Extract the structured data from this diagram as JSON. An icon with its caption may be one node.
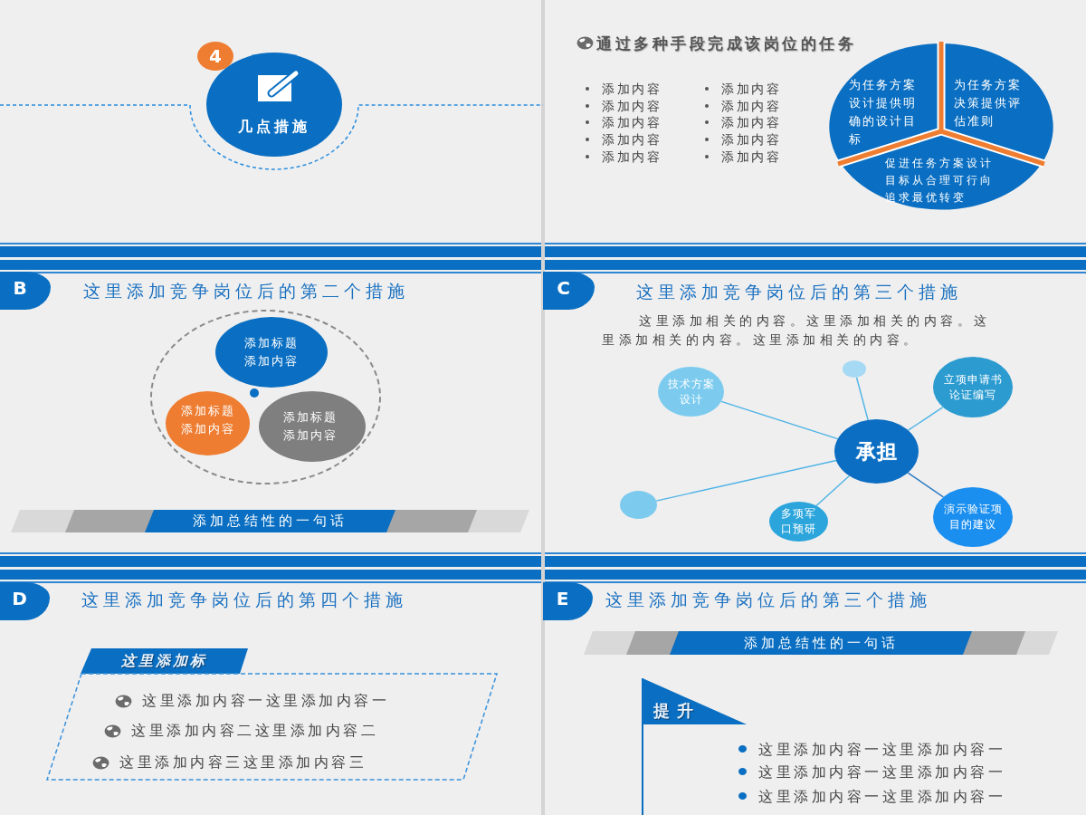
{
  "diagram": {
    "nodes": [
      {
        "text": [
          "4"
        ]
      },
      {
        "text": [
          "几点措施"
        ]
      },
      {
        "text": [
          "为任务方案设计提供明确的设计目标"
        ]
      },
      {
        "text": [
          "为任务方案决策提供评估准则"
        ]
      },
      {
        "text": [
          "促进任务方案设计目标从合理可行向追求最优转变"
        ]
      },
      {
        "text": [
          "B"
        ]
      },
      {
        "text": [],
        "shape": "circle"
      },
      {
        "text": [
          "添加标题",
          "添加内容"
        ],
        "in": 6
      },
      {
        "text": [
          "添加标题",
          "添加内容"
        ],
        "in": 6
      },
      {
        "text": [
          "添加标题",
          "添加内容"
        ],
        "in": 6
      },
      {
        "text": [
          "添加总结性的一句话"
        ]
      },
      {
        "text": [
          "C"
        ]
      },
      {
        "text": [
          "技术方案设计"
        ]
      },
      {
        "text": [],
        "shape": "circle"
      },
      {
        "text": [
          "立项申请书论证编写"
        ]
      },
      {
        "text": [
          "承担"
        ]
      },
      {
        "text": [],
        "shape": "circle"
      },
      {
        "text": [
          "多项军口预研"
        ]
      },
      {
        "text": [
          "演示验证项目的建议"
        ]
      },
      {
        "text": [
          "D"
        ]
      },
      {
        "text": [
          "这里添加标"
        ]
      },
      {
        "text": [
          "这里添加内容一这里添加内容一",
          "这里添加内容二这里添加内容二",
          "这里添加内容三这里添加内容三"
        ]
      },
      {
        "text": [
          "E"
        ]
      },
      {
        "text": [
          "添加总结性的一句话"
        ]
      },
      {
        "text": [
          "提升"
        ]
      }
    ],
    "edges": [
      {
        "from": 15,
        "to": 12,
        "arrow": "none"
      },
      {
        "from": 15,
        "to": 13,
        "arrow": "none"
      },
      {
        "from": 15,
        "to": 14,
        "arrow": "none"
      },
      {
        "from": 15,
        "to": 16,
        "arrow": "none"
      },
      {
        "from": 15,
        "to": 17,
        "arrow": "none"
      },
      {
        "from": 15,
        "to": 18,
        "arrow": "none",
        "color": "#2a78c2"
      }
    ],
    "labels": [
      "通过多种手段完成该岗位的任务",
      "添加内容",
      "添加内容",
      "添加内容",
      "添加内容",
      "添加内容",
      "添加内容",
      "添加内容",
      "添加内容",
      "添加内容",
      "添加内容",
      "这里添加竞争岗位后的第二个措施",
      "这里添加竞争岗位后的第三个措施",
      "这里添加相关的内容。这里添加相关的内容。这里添加相关的内容。这里添加相关的内容。",
      "这里添加竞争岗位后的第四个措施",
      "这里添加竞争岗位后的第三个措施",
      "这里添加内容一这里添加内容一",
      "这里添加内容一这里添加内容一",
      "这里添加内容一这里添加内容一"
    ]
  }
}
